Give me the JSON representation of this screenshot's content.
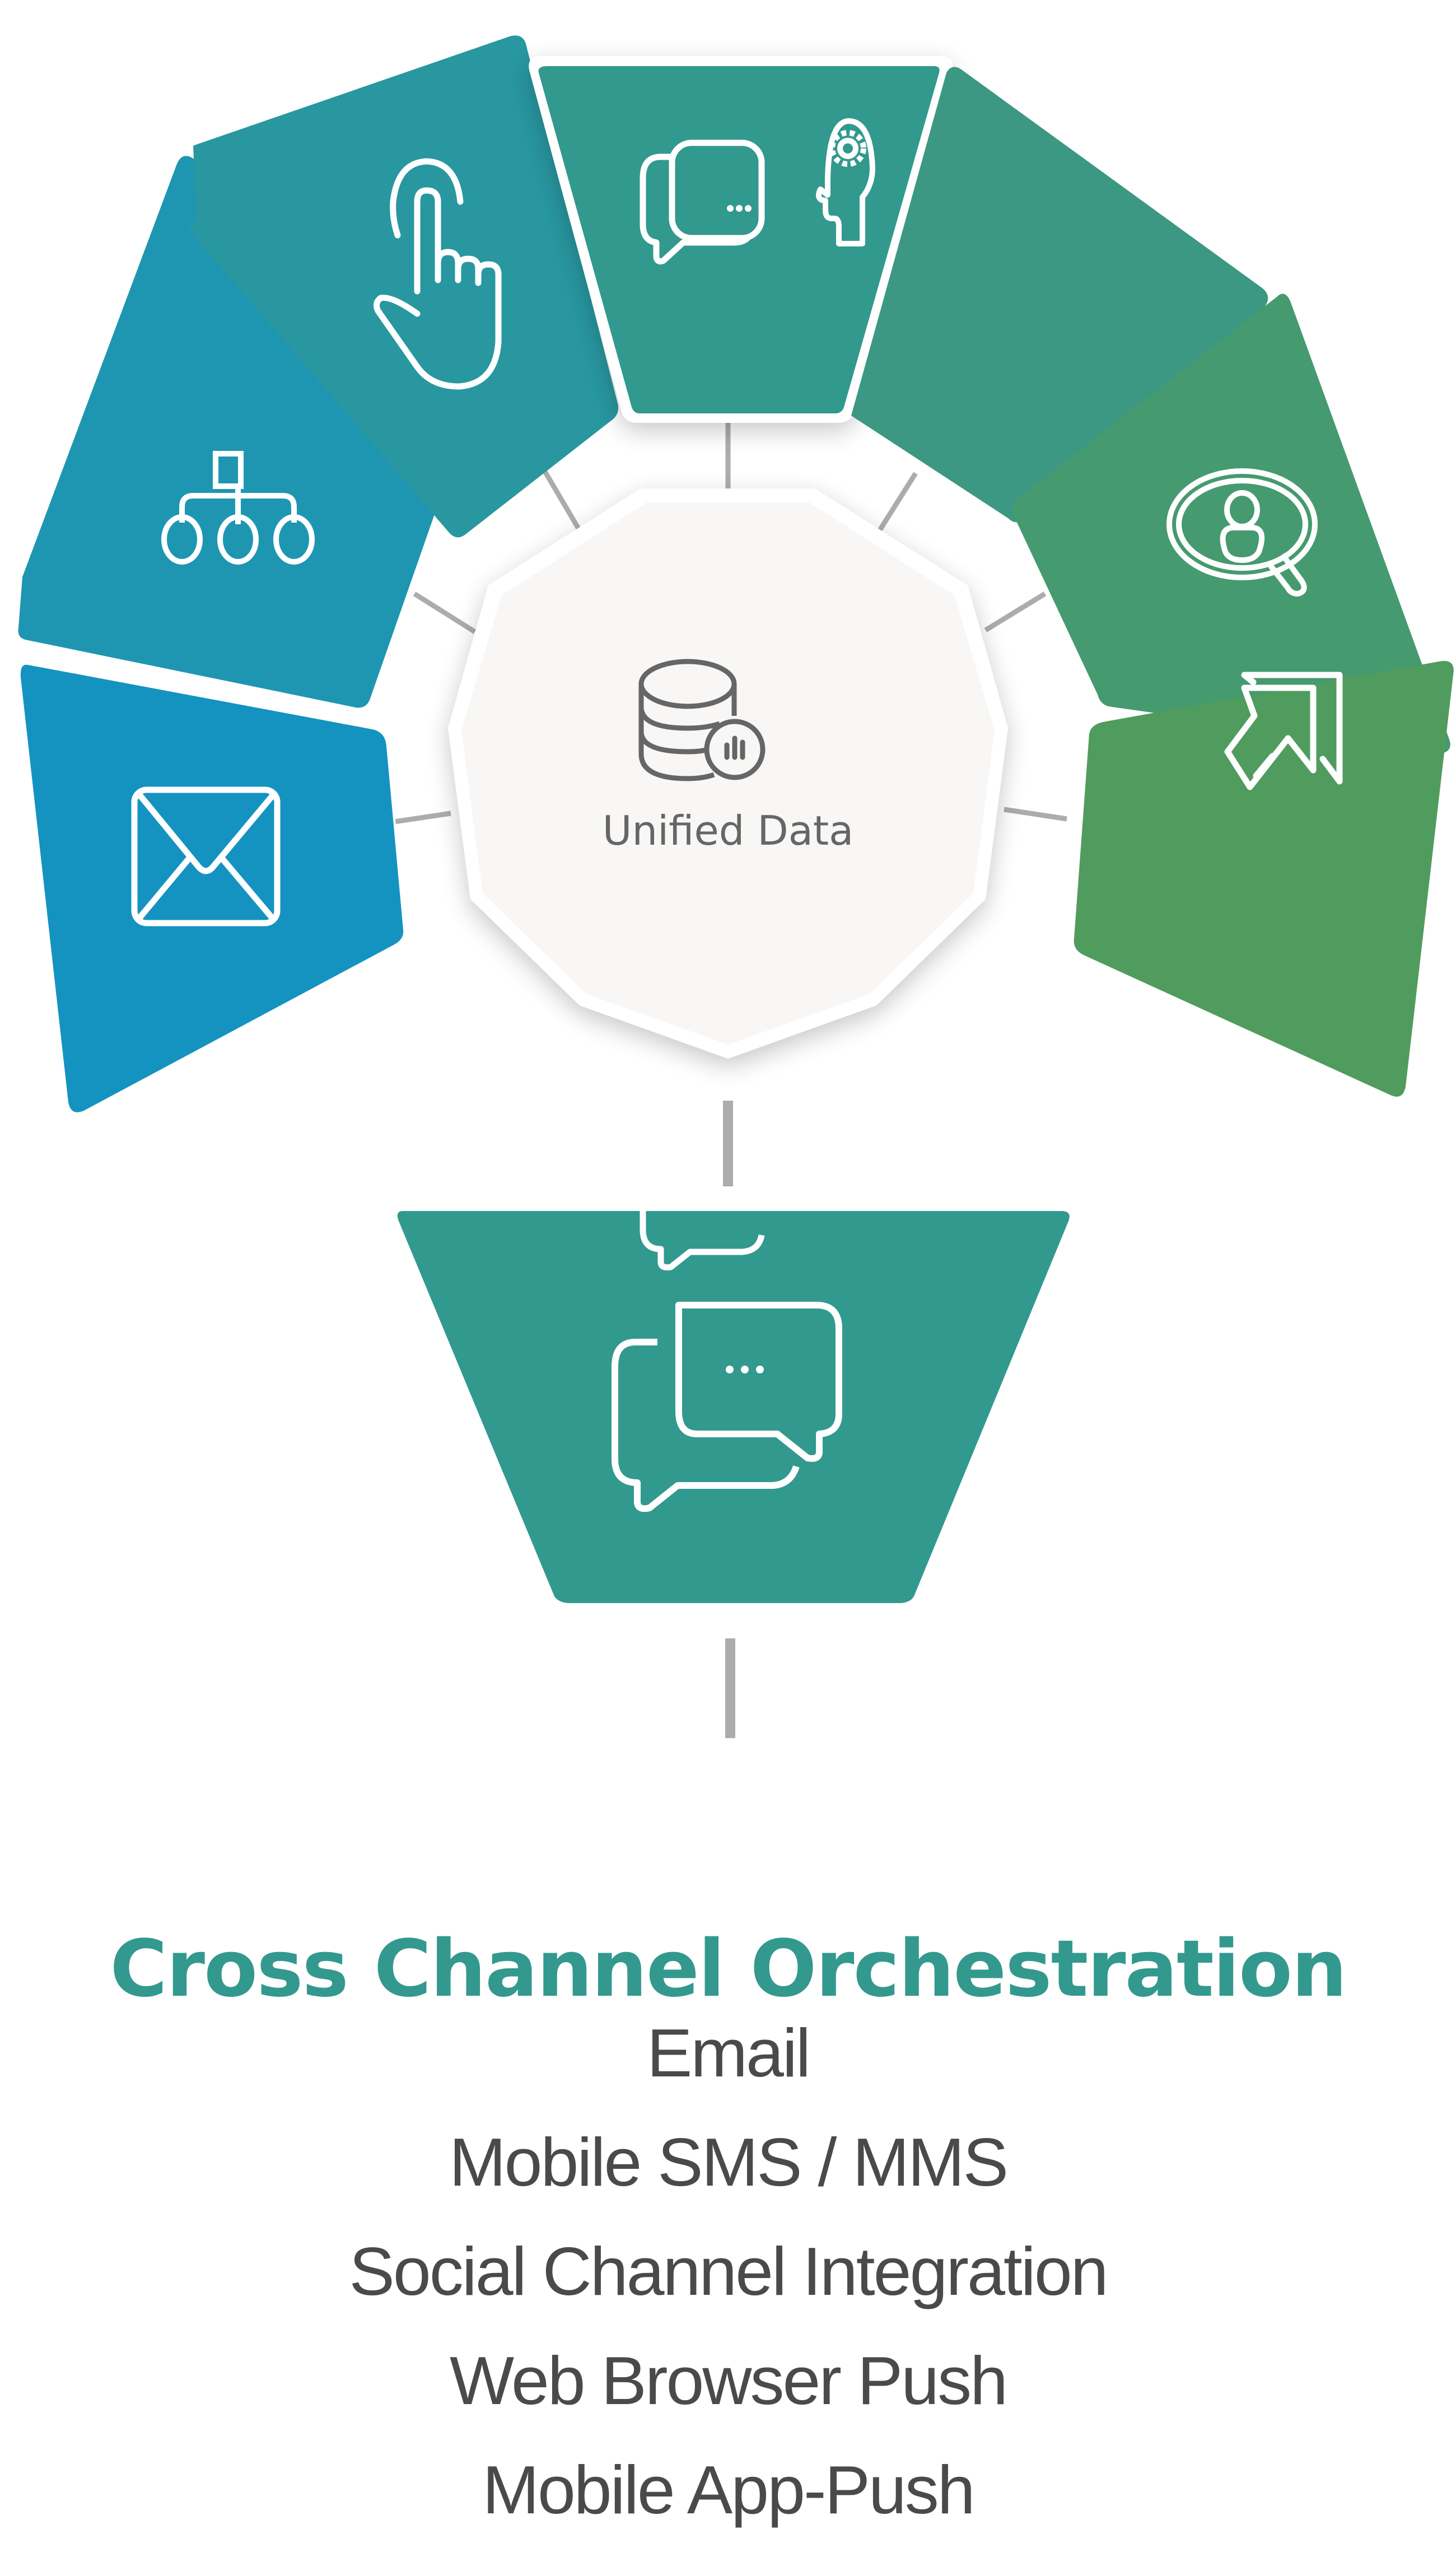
{
  "hub": {
    "label": "Unified Data",
    "icon": "database-chart-icon",
    "fill": "#f8f7f6",
    "icon_color": "#666666"
  },
  "segments": [
    {
      "id": "email",
      "icon": "envelope-icon",
      "color": "#1493c1"
    },
    {
      "id": "hierarchy",
      "icon": "org-chart-icon",
      "color": "#1f95b0"
    },
    {
      "id": "tap",
      "icon": "hand-pointer-icon",
      "color": "#2897a0"
    },
    {
      "id": "chat",
      "icon": "chat-bubbles-icon",
      "color": "#32998f",
      "highlighted": true
    },
    {
      "id": "ai",
      "icon": "head-gear-icon",
      "color": "#3d9882"
    },
    {
      "id": "search-user",
      "icon": "user-search-icon",
      "color": "#469a6f"
    },
    {
      "id": "export",
      "icon": "arrow-expand-icon",
      "color": "#509c5e"
    }
  ],
  "featured": {
    "id": "chat",
    "icon": "chat-bubbles-icon",
    "color": "#32998f"
  },
  "connector_color": "#acacac",
  "title": "Cross Channel Orchestration",
  "title_color": "#33998f",
  "channels": [
    "Email",
    "Mobile SMS / MMS",
    "Social Channel Integration",
    "Web Browser Push",
    "Mobile App-Push"
  ]
}
